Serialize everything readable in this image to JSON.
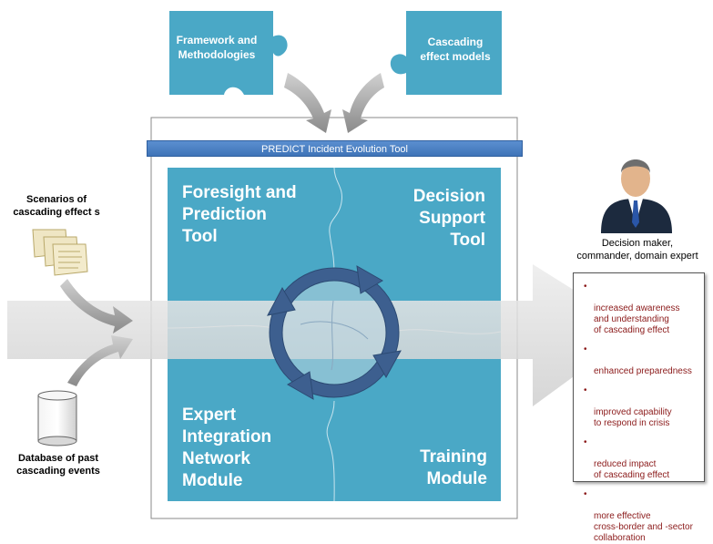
{
  "colors": {
    "puzzle": "#4aa8c6",
    "tool_bar": "#4a80c2",
    "cycle": "#3d5f8f",
    "benefit_text": "#8b1a1a"
  },
  "inputs": {
    "framework": "Framework and\nMethodologies",
    "cascading_models": "Cascading\neffect models"
  },
  "tool_title": "PREDICT Incident Evolution Tool",
  "modules": {
    "foresight": "Foresight and\nPrediction\nTool",
    "decision": "Decision\nSupport\nTool",
    "expert": "Expert\nIntegration\nNetwork\nModule",
    "training": "Training\nModule"
  },
  "sources": {
    "scenarios": "Scenarios of\ncascading effect s",
    "database": "Database of past\ncascading events"
  },
  "decision_maker": {
    "icon": "person-icon",
    "label": "Decision maker,\ncommander, domain expert"
  },
  "benefits": [
    "increased awareness\nand understanding\nof cascading effect",
    "enhanced preparedness",
    "improved capability\nto respond in crisis",
    "reduced impact\nof cascading effect",
    "more effective\ncross-border and -sector\ncollaboration"
  ]
}
